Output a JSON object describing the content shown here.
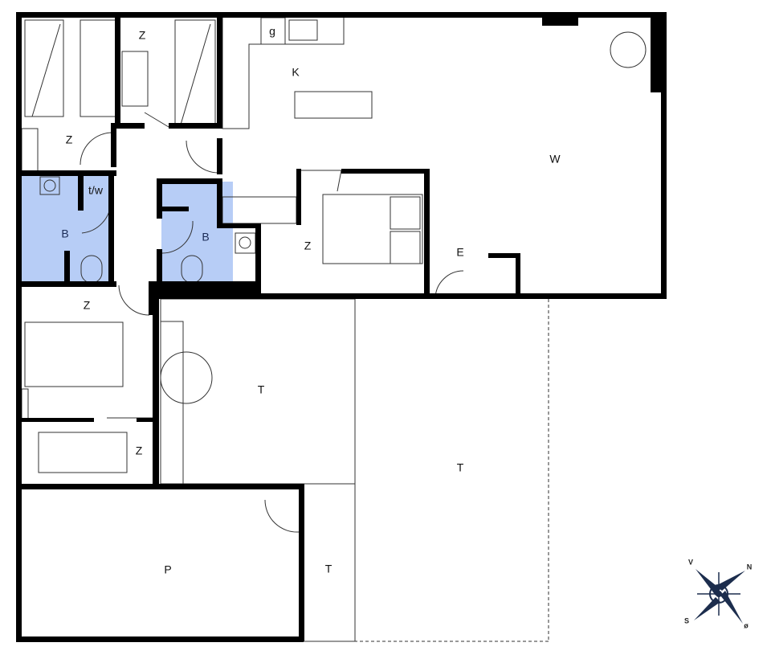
{
  "plan": {
    "colors": {
      "wall": "#000000",
      "bathroom": "#b7cdf6",
      "furniture": "#555555"
    },
    "rooms": [
      {
        "id": "bedroom-1",
        "label": "Z"
      },
      {
        "id": "bedroom-2",
        "label": "Z"
      },
      {
        "id": "kitchen-g",
        "label": "g"
      },
      {
        "id": "kitchen",
        "label": "K"
      },
      {
        "id": "living",
        "label": "W"
      },
      {
        "id": "toilet-washer",
        "label": "t/w"
      },
      {
        "id": "bathroom-1",
        "label": "B"
      },
      {
        "id": "bathroom-2",
        "label": "B"
      },
      {
        "id": "bedroom-3",
        "label": "Z"
      },
      {
        "id": "entrance",
        "label": "E"
      },
      {
        "id": "bedroom-4",
        "label": "Z"
      },
      {
        "id": "terrace-1",
        "label": "T"
      },
      {
        "id": "terrace-2",
        "label": "T"
      },
      {
        "id": "bedroom-5",
        "label": "Z"
      },
      {
        "id": "parking",
        "label": "P"
      },
      {
        "id": "terrace-3",
        "label": "T"
      }
    ]
  },
  "compass": {
    "icon": "compass-rose-icon",
    "north": "N",
    "south": "S",
    "west": "V",
    "east": "ø"
  }
}
